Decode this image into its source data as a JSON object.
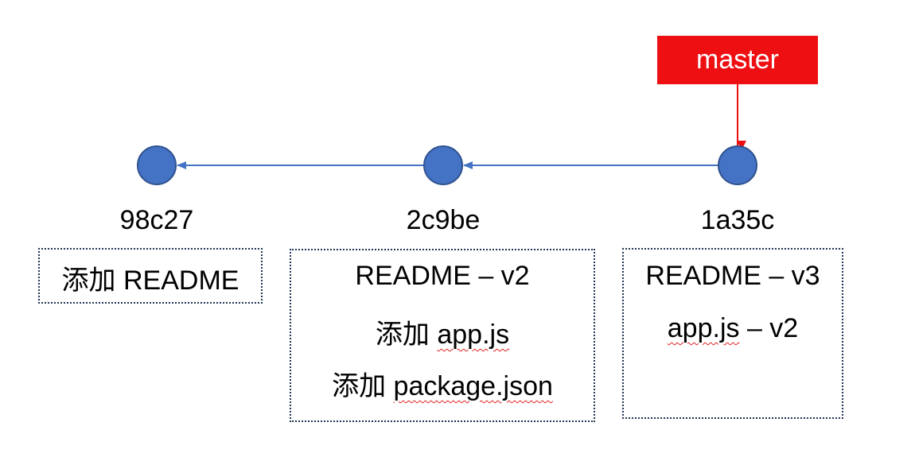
{
  "colors": {
    "commit_node": "#4472c4",
    "commit_node_border": "#2f528f",
    "parent_arrow": "#4472c4",
    "branch_bg": "#ee0f12",
    "branch_text": "#ffffff",
    "branch_arrow": "#ee0f12",
    "box_border": "#1f3553"
  },
  "branch": {
    "label": "master",
    "points_to": "1a35c"
  },
  "commits": [
    {
      "id": "98c27",
      "lines": [
        {
          "prefix": "添加 ",
          "text": "README",
          "spellcheck": false
        }
      ]
    },
    {
      "id": "2c9be",
      "lines": [
        {
          "prefix": "",
          "text": "README – v2",
          "spellcheck": false
        },
        {
          "prefix": "添加 ",
          "text": "app.js",
          "spellcheck": true
        },
        {
          "prefix": "添加 ",
          "text": "package.json",
          "spellcheck": true
        }
      ]
    },
    {
      "id": "1a35c",
      "lines": [
        {
          "prefix": "",
          "text": "README – v3",
          "spellcheck": false
        },
        {
          "prefix": "",
          "text": "app.js",
          "suffix": " – v2",
          "spellcheck": true
        }
      ]
    }
  ]
}
